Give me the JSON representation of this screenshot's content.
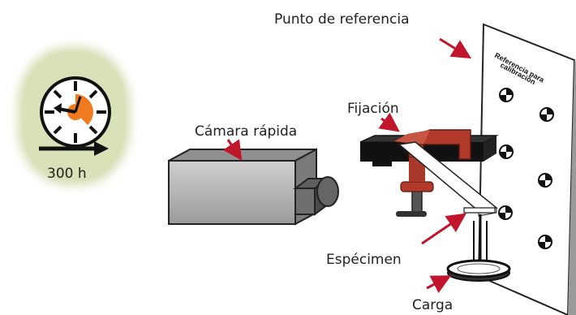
{
  "labels": {
    "reference_point": "Punto de referencia",
    "fixture": "Fijación",
    "high_speed_camera": "Cámara rápida",
    "specimen": "Espécimen",
    "load": "Carga",
    "duration": "300 h"
  },
  "board": {
    "caption_line1": "Referencia para",
    "caption_line2": "calibración"
  },
  "colors": {
    "arrow": "#c0152a",
    "clamp": "#b23a2b",
    "camera_body": "#b5b5b5",
    "clock_glow": "#d9e2b8",
    "clock_face": "#ffffff",
    "clock_sector": "#f07a1e"
  },
  "icons": {
    "clock": "clock-icon",
    "camera": "camera-icon",
    "target": "calibration-target-icon"
  }
}
